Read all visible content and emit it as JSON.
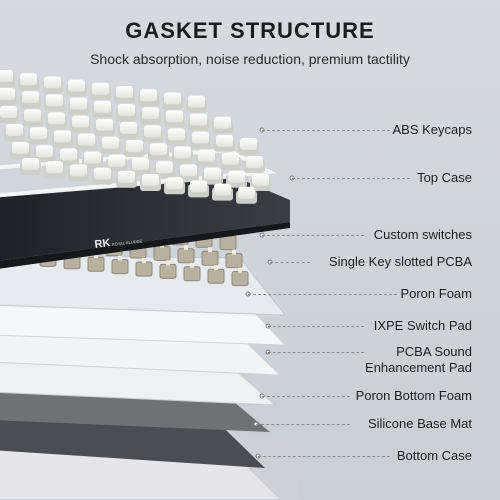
{
  "header": {
    "title": "GASKET STRUCTURE",
    "subtitle": "Shock absorption, noise reduction, premium tactility"
  },
  "brand_mark": "RK ROYAL KLUDGE",
  "layers": [
    {
      "label": "ABS Keycaps"
    },
    {
      "label": "Top Case"
    },
    {
      "label": "Custom switches"
    },
    {
      "label": "Single Key slotted PCBA"
    },
    {
      "label": "Poron Foam"
    },
    {
      "label": "IXPE Switch Pad"
    },
    {
      "label": "PCBA Sound",
      "label2": "Enhancement Pad"
    },
    {
      "label": "Poron Bottom Foam"
    },
    {
      "label": "Silicone Base Mat"
    },
    {
      "label": "Bottom Case"
    }
  ],
  "colors": {
    "background": "#d2d7dd",
    "keycap": "#f2f2ee",
    "top_case": "#2a2c31",
    "switch_housing": "#b8b1a0",
    "pcb": "#e9ecef",
    "foam": "#f4f5f6",
    "bottom_foam": "#6f7175",
    "silicone_mat": "#4b4d52",
    "bottom_case": "#e6e6ea"
  }
}
